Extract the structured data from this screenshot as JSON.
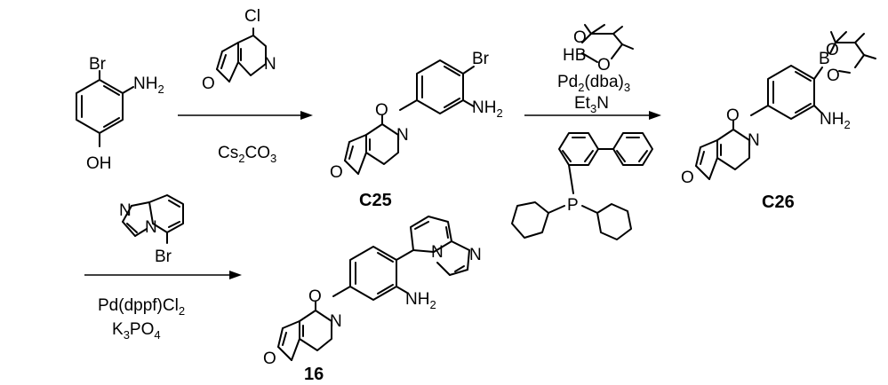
{
  "atoms": {
    "Br": "Br",
    "NH2": "NH",
    "NH2_sub": "2",
    "OH": "OH",
    "Cl": "Cl",
    "N": "N",
    "O": "O",
    "B": "B",
    "HB": "HB",
    "P": "P"
  },
  "reagents": {
    "step1": {
      "base": "Cs",
      "base_sub1": "2",
      "base_mid": "CO",
      "base_sub2": "3"
    },
    "step2": {
      "cat": "Pd",
      "cat_sub1": "2",
      "cat_mid": "(dba)",
      "cat_sub2": "3",
      "base": "Et",
      "base_sub": "3",
      "base_end": "N"
    },
    "step3": {
      "cat": "Pd(dppf)Cl",
      "cat_sub": "2",
      "base": "K",
      "base_sub1": "3",
      "base_mid": "PO",
      "base_sub2": "4"
    }
  },
  "compounds": {
    "c25": "C25",
    "c26": "C26",
    "c16": "16"
  }
}
